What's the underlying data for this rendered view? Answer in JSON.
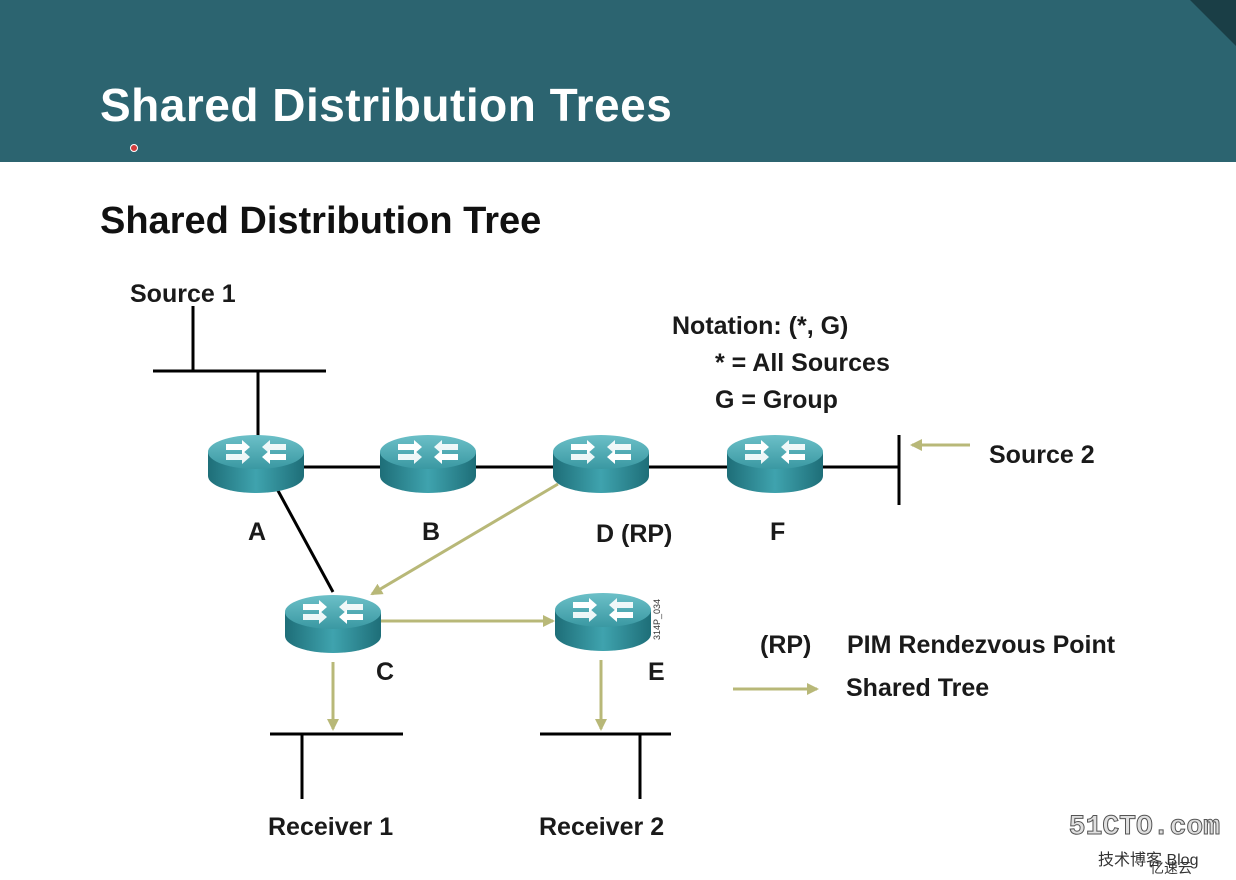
{
  "slide": {
    "title": "Shared Distribution Trees",
    "subtitle": "Shared Distribution Tree"
  },
  "notation": {
    "line1": "Notation:  (*, G)",
    "line2": "* = All Sources",
    "line3": "G = Group"
  },
  "labels": {
    "source1": "Source 1",
    "source2": "Source 2",
    "receiver1": "Receiver 1",
    "receiver2": "Receiver 2",
    "router_a": "A",
    "router_b": "B",
    "router_d": "D (RP)",
    "router_f": "F",
    "router_c": "C",
    "router_e": "E",
    "figure_code": "314P_034"
  },
  "legend": {
    "rp_abbrev": "(RP)",
    "rp_meaning": "PIM Rendezvous Point",
    "shared_tree": "Shared Tree"
  },
  "colors": {
    "header": "#2c6470",
    "shared_tree_arrow": "#b8b878",
    "router_body": "#3d9aa6"
  },
  "watermark": {
    "site": "51CTO.com",
    "sub": "技术博客  Blog",
    "brand": "亿速云"
  }
}
